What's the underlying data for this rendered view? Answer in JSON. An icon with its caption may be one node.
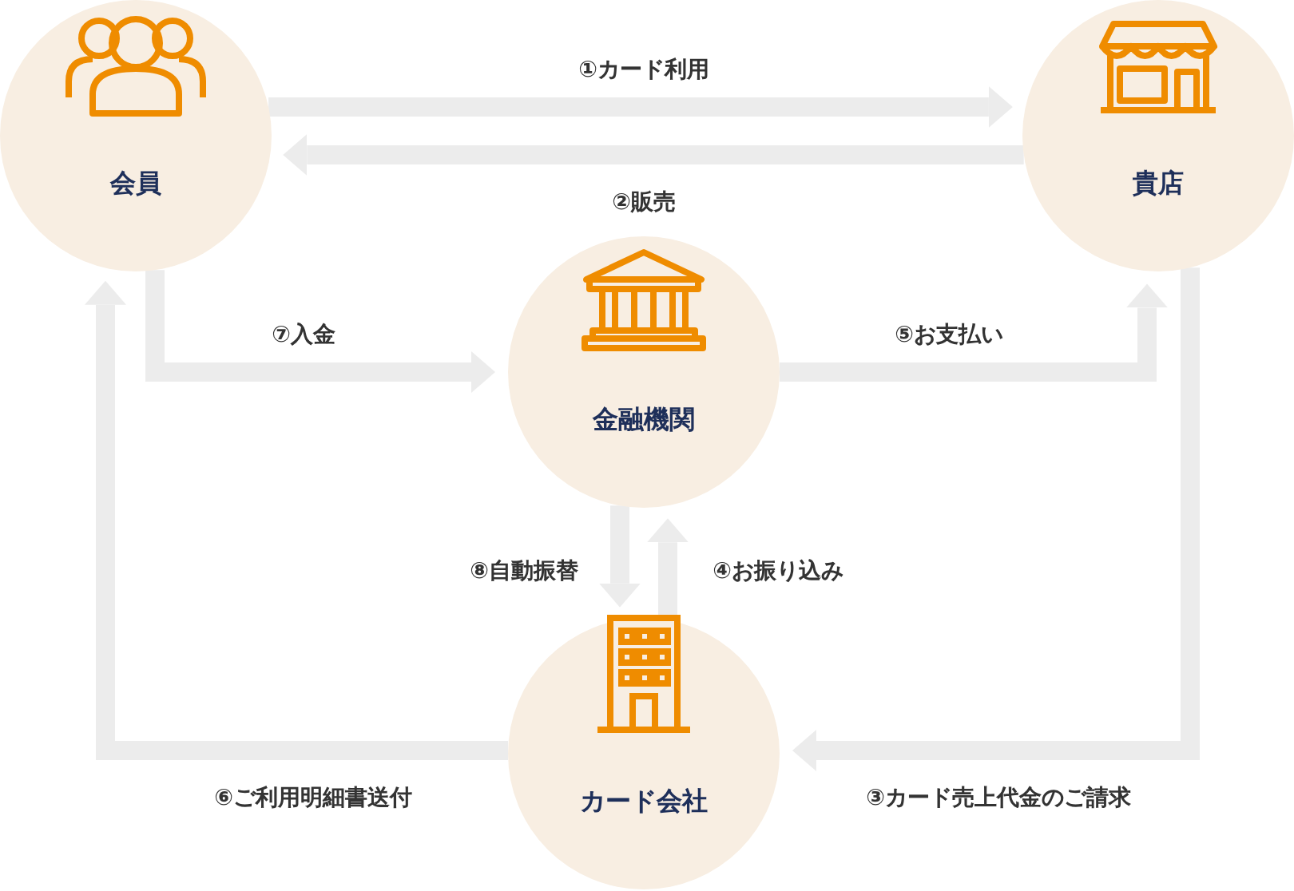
{
  "diagram": {
    "nodes": [
      {
        "text": [
          "会員"
        ]
      },
      {
        "text": [
          "貴店"
        ]
      },
      {
        "text": [
          "金融機関"
        ]
      },
      {
        "text": [
          "カード会社"
        ]
      }
    ],
    "edges": [
      {
        "from": 0,
        "to": 1,
        "arrow": "to",
        "label": "①カード利用"
      },
      {
        "from": 1,
        "to": 0,
        "arrow": "to",
        "label": "②販売"
      },
      {
        "from": 1,
        "to": 3,
        "arrow": "to",
        "label": "③カード売上代金のご請求"
      },
      {
        "from": 3,
        "to": 2,
        "arrow": "to",
        "label": "④お振り込み"
      },
      {
        "from": 2,
        "to": 1,
        "arrow": "to",
        "label": "⑤お支払い"
      },
      {
        "from": 3,
        "to": 0,
        "arrow": "to",
        "label": "⑥ご利用明細書送付"
      },
      {
        "from": 0,
        "to": 2,
        "arrow": "to",
        "label": "⑦入金"
      },
      {
        "from": 2,
        "to": 3,
        "arrow": "to",
        "label": "⑧自動振替"
      }
    ]
  }
}
